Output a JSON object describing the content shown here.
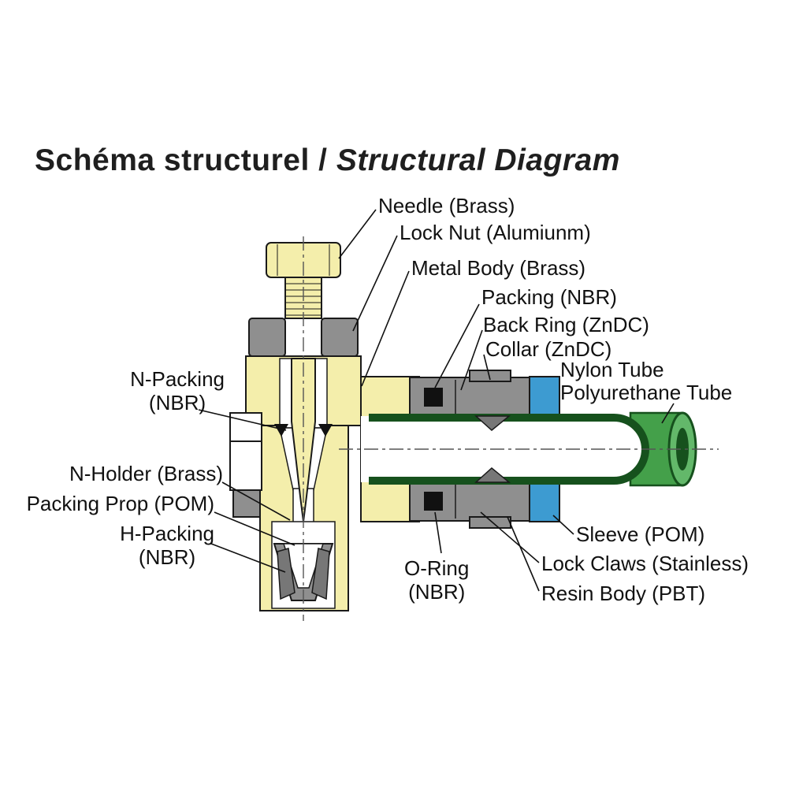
{
  "title": {
    "fr": "Schéma structurel",
    "separator": " / ",
    "en": "Structural Diagram"
  },
  "labels": {
    "needle": {
      "line1": "Needle (Brass)"
    },
    "lock_nut": {
      "line1": "Lock Nut (Alumiunm)"
    },
    "metal_body": {
      "line1": "Metal Body (Brass)"
    },
    "packing": {
      "line1": "Packing (NBR)"
    },
    "back_ring": {
      "line1": "Back Ring (ZnDC)"
    },
    "collar": {
      "line1": "Collar (ZnDC)"
    },
    "nylon_tube": {
      "line1": "Nylon Tube"
    },
    "polyurethane_tube": {
      "line1": "Polyurethane Tube"
    },
    "n_packing": {
      "line1": "N-Packing",
      "line2": "(NBR)"
    },
    "n_holder": {
      "line1": "N-Holder (Brass)"
    },
    "packing_prop": {
      "line1": "Packing Prop (POM)"
    },
    "h_packing": {
      "line1": "H-Packing",
      "line2": "(NBR)"
    },
    "o_ring": {
      "line1": "O-Ring",
      "line2": "(NBR)"
    },
    "sleeve": {
      "line1": "Sleeve (POM)"
    },
    "lock_claws": {
      "line1": "Lock Claws (Stainless)"
    },
    "resin_body": {
      "line1": "Resin Body (PBT)"
    }
  },
  "colors": {
    "brass": "#f4eeab",
    "gray": "#8f8f8f",
    "graydark": "#777777",
    "blue": "#3d9bd1",
    "green": "#44a04a",
    "greenlight": "#63b86a",
    "greendark": "#16511d",
    "packing": "#111111",
    "line": "#1a1a1a"
  }
}
